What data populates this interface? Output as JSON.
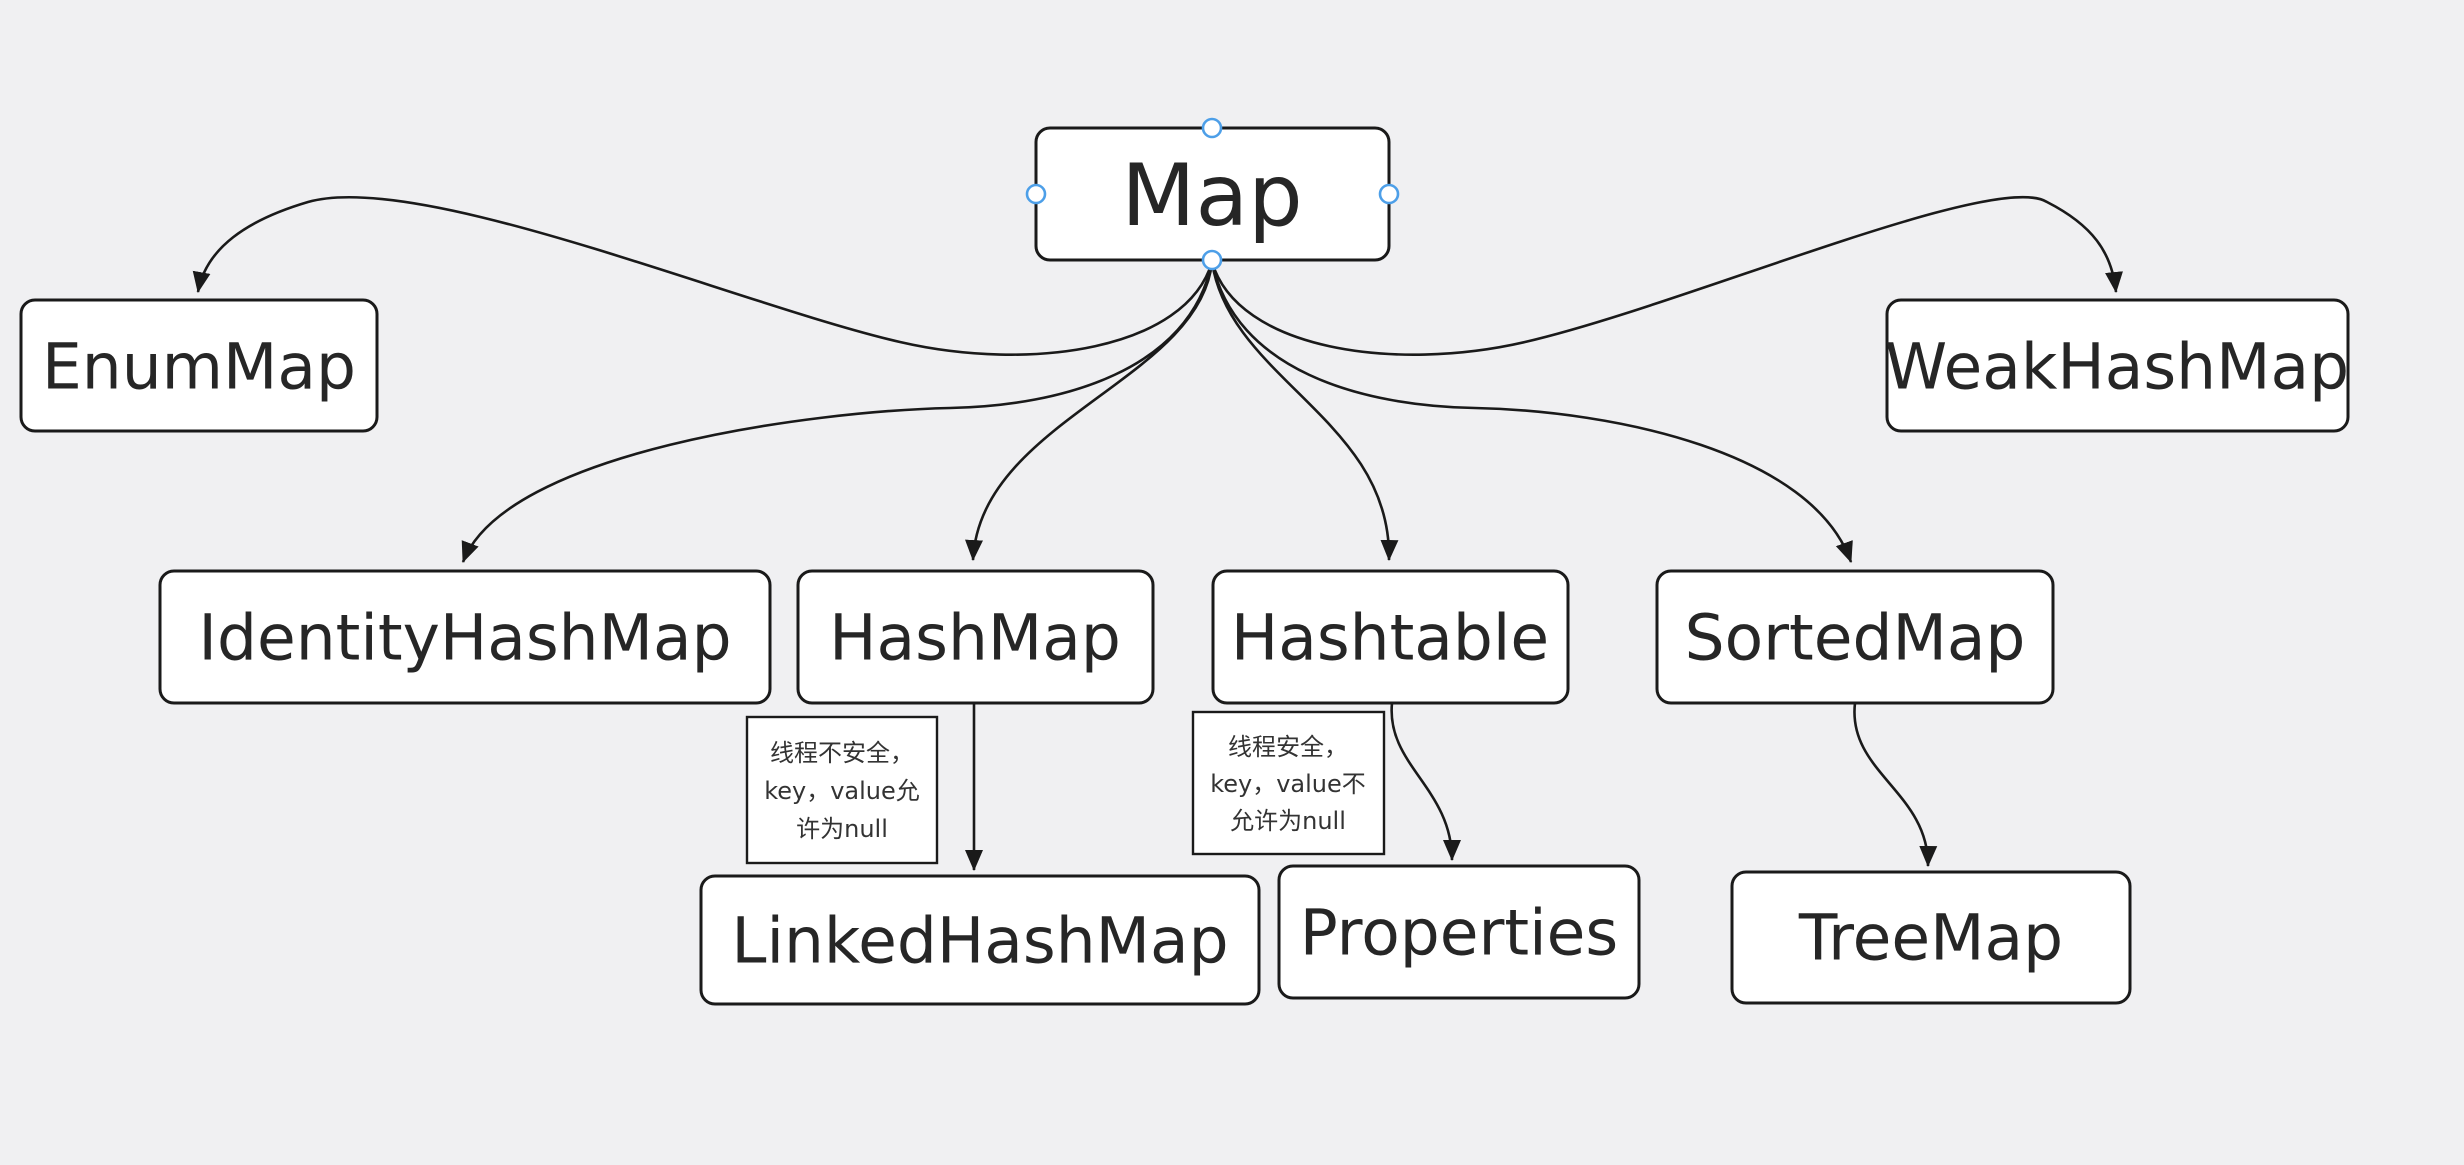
{
  "app": {
    "selected_node": "Map"
  },
  "palette": {
    "background": "#f0f0f2",
    "node_fill": "#ffffff",
    "line": "#1a1a1a",
    "text": "#262626",
    "selection_handle": "#4d9fe8"
  },
  "nodes": [
    {
      "id": "map",
      "label": "Map"
    },
    {
      "id": "enum-map",
      "label": "EnumMap"
    },
    {
      "id": "weak-hash-map",
      "label": "WeakHashMap"
    },
    {
      "id": "identity-hash-map",
      "label": "IdentityHashMap"
    },
    {
      "id": "hash-map",
      "label": "HashMap"
    },
    {
      "id": "hashtable",
      "label": "Hashtable"
    },
    {
      "id": "sorted-map",
      "label": "SortedMap"
    },
    {
      "id": "linked-hash-map",
      "label": "LinkedHashMap"
    },
    {
      "id": "properties",
      "label": "Properties"
    },
    {
      "id": "tree-map",
      "label": "TreeMap"
    }
  ],
  "notes": [
    {
      "target": "HashMap",
      "lines": [
        "线程不安全，",
        "key，value允",
        "许为null"
      ]
    },
    {
      "target": "Hashtable",
      "lines": [
        "线程安全，",
        "key，value不",
        "允许为null"
      ]
    }
  ],
  "edges": [
    {
      "from": "Map",
      "to": "EnumMap"
    },
    {
      "from": "Map",
      "to": "IdentityHashMap"
    },
    {
      "from": "Map",
      "to": "HashMap"
    },
    {
      "from": "Map",
      "to": "Hashtable"
    },
    {
      "from": "Map",
      "to": "SortedMap"
    },
    {
      "from": "Map",
      "to": "WeakHashMap"
    },
    {
      "from": "HashMap",
      "to": "LinkedHashMap"
    },
    {
      "from": "Hashtable",
      "to": "Properties"
    },
    {
      "from": "SortedMap",
      "to": "TreeMap"
    }
  ]
}
